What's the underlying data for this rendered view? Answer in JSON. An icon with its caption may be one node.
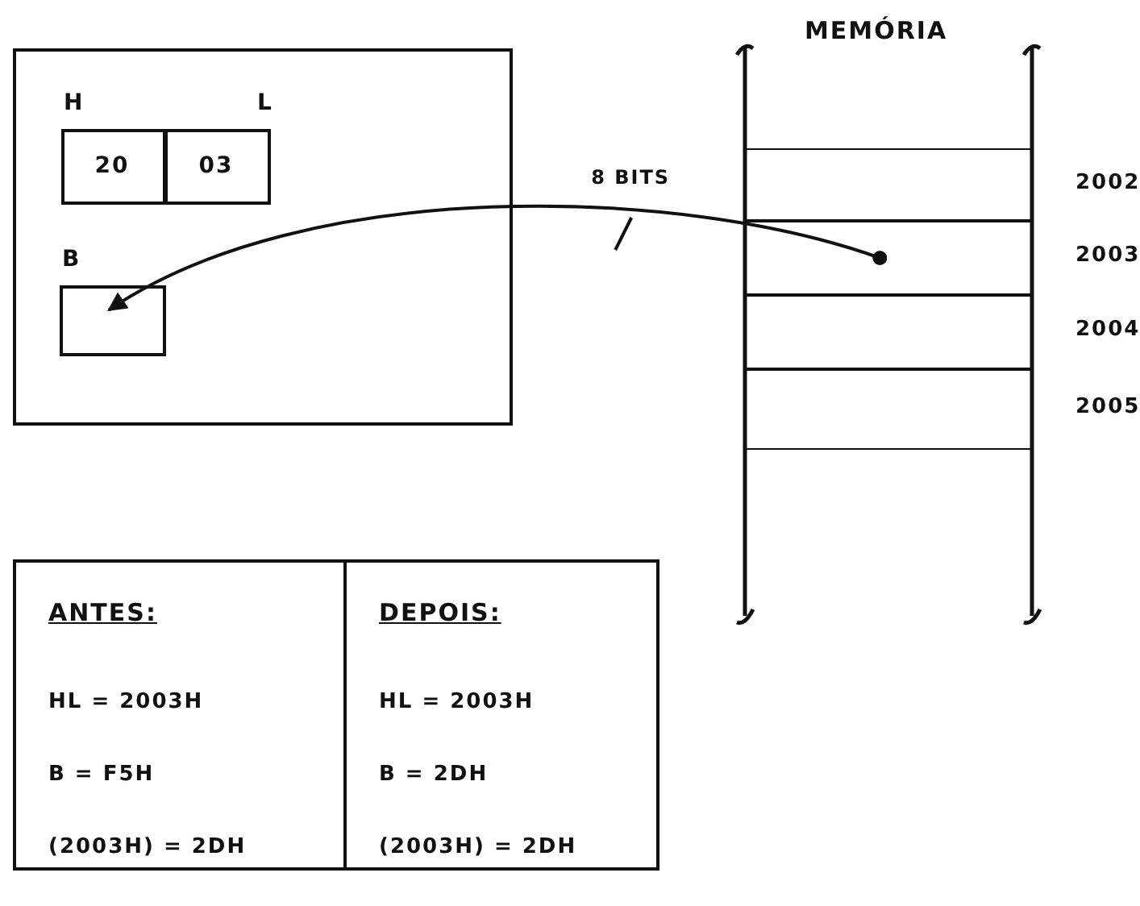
{
  "diagram": {
    "nodes": [
      {
        "text": [],
        "shape": "box"
      },
      {
        "text": [
          "H",
          "20"
        ],
        "in": 0
      },
      {
        "text": [
          "L",
          "03"
        ],
        "in": 0
      },
      {
        "text": [
          "B"
        ],
        "in": 0
      },
      {
        "text": [
          "MEMÓRIA"
        ]
      },
      {
        "text": [],
        "shape": "box",
        "in": 4,
        "beside": [
          "2002"
        ]
      },
      {
        "text": [],
        "shape": "box",
        "in": 4,
        "beside": [
          "2003"
        ]
      },
      {
        "text": [],
        "shape": "box",
        "in": 4,
        "beside": [
          "2004"
        ]
      },
      {
        "text": [],
        "shape": "box",
        "in": 4,
        "beside": [
          "2005"
        ]
      },
      {
        "text": [
          "ANTES:",
          "HL = 2003H",
          "B = F5H",
          "(2003H) = 2DH"
        ]
      },
      {
        "text": [
          "DEPOIS:",
          "HL = 2003H",
          "B = 2DH",
          "(2003H) = 2DH"
        ]
      }
    ],
    "edges": [
      {
        "from": 6,
        "to": 3,
        "arrow": "to",
        "label": "8 BITS"
      }
    ]
  }
}
